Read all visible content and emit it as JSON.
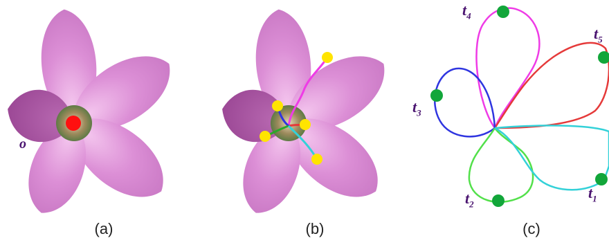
{
  "panels": [
    {
      "caption": "(a)",
      "origin_label": "o"
    },
    {
      "caption": "(b)"
    },
    {
      "caption": "(c)"
    }
  ],
  "tips": [
    {
      "label": "t",
      "index": "1",
      "color": "#33d1d8"
    },
    {
      "label": "t",
      "index": "2",
      "color": "#52e04a"
    },
    {
      "label": "t",
      "index": "3",
      "color": "#2f35e0"
    },
    {
      "label": "t",
      "index": "4",
      "color": "#ef3be6"
    },
    {
      "label": "t",
      "index": "5",
      "color": "#e53a3a"
    }
  ],
  "colors": {
    "petal": "#d98ad4",
    "petal_dark": "#a4529c",
    "center": "#6f6f3b",
    "origin_point": "#ff1010",
    "tip_point_b": "#ffe400",
    "tip_point_c": "#12a63a"
  }
}
